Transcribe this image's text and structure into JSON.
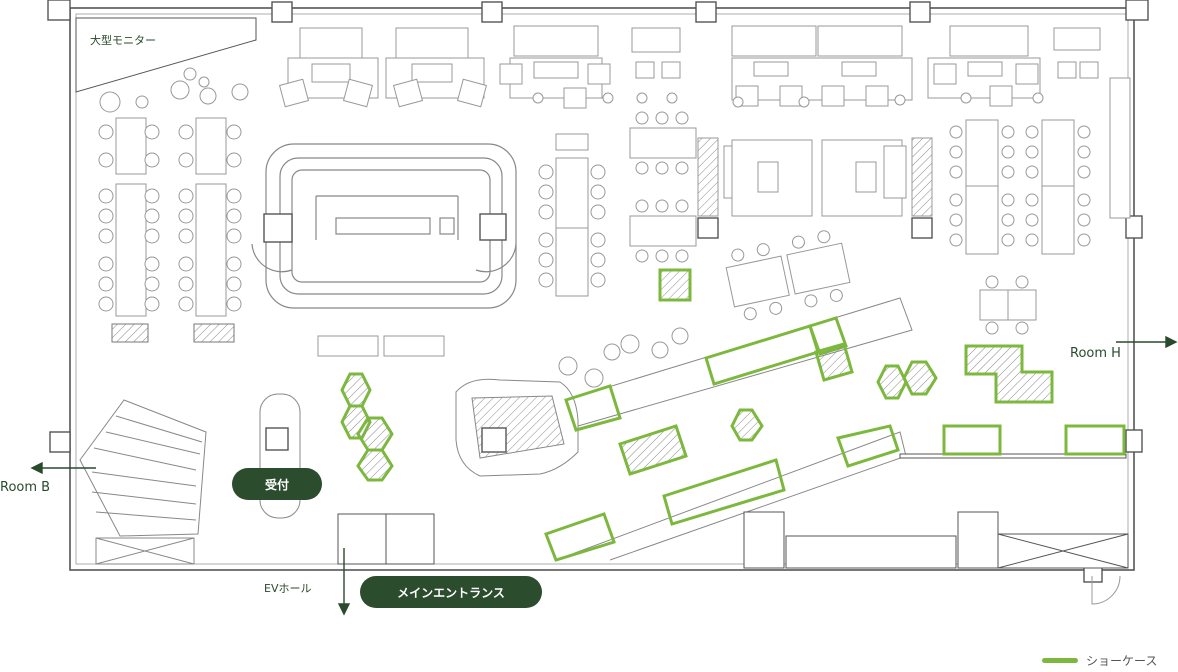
{
  "labels": {
    "big_monitor": "大型モニター",
    "room_b": "Room B",
    "room_h": "Room H",
    "ev_hall": "EVホール"
  },
  "badges": {
    "reception": "受付",
    "main_entrance": "メインエントランス"
  },
  "legend": {
    "showcase": "ショーケース"
  },
  "colors": {
    "showcase_green": "#7db83e",
    "badge_dark": "#2c4c2e",
    "line_gray": "#9a9a9a",
    "wall_dark": "#555555"
  },
  "icons": [
    "arrow-left-icon",
    "arrow-right-icon",
    "arrow-down-icon"
  ]
}
